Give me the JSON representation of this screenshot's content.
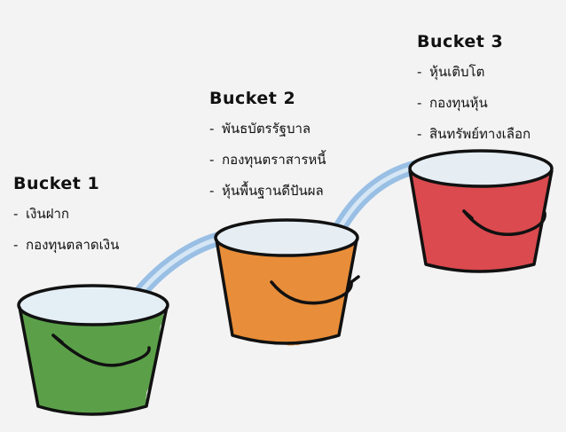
{
  "buckets": [
    {
      "title": "Bucket 1",
      "items": [
        "เงินฝาก",
        "กองทุนตลาดเงิน"
      ],
      "fill_color": "#4f9a3a"
    },
    {
      "title": "Bucket 2",
      "items": [
        "พันธบัตรรัฐบาล",
        "กองทุนตราสารหนี้",
        "หุ้นพื้นฐานดีปันผล"
      ],
      "fill_color": "#e8852a"
    },
    {
      "title": "Bucket 3",
      "items": [
        "หุ้นเติบโต",
        "กองทุนหุ้น",
        "สินทรัพย์ทางเลือก"
      ],
      "fill_color": "#d8383e"
    }
  ],
  "flow_color": "#8fb9e2",
  "list_marker": "-"
}
